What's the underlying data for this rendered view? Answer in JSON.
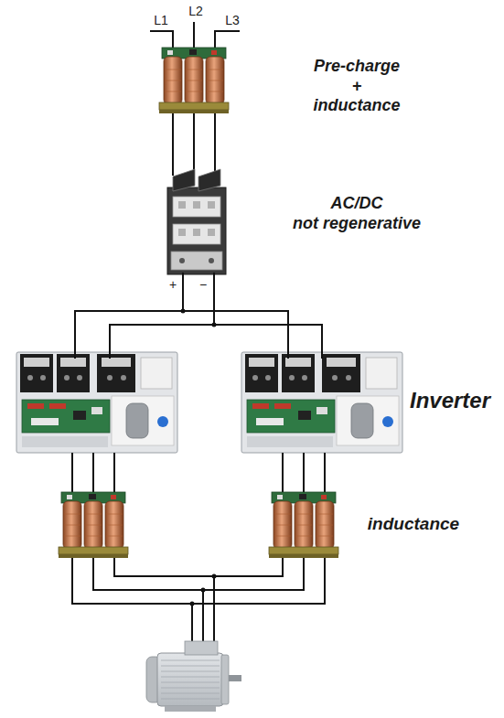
{
  "diagram": {
    "labels": [
      "L1",
      "L2",
      "L3",
      "Pre-charge + inductance",
      "AC/DC not regenerative",
      "+",
      "−",
      "Inverter",
      "inductance"
    ]
  }
}
